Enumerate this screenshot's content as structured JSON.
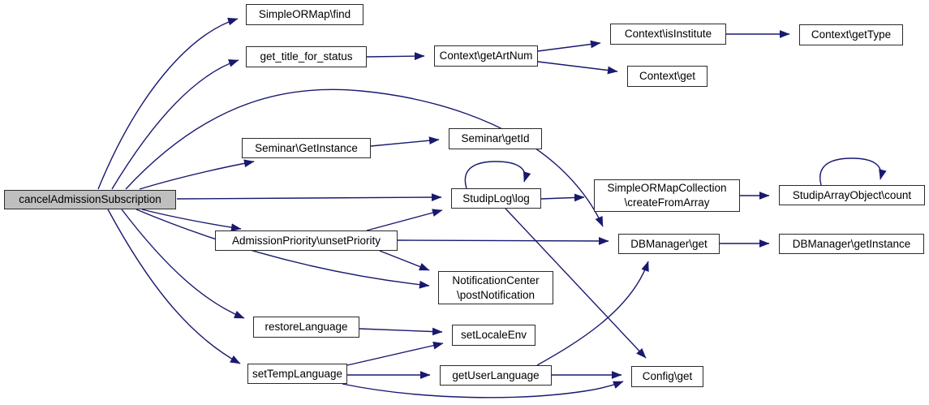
{
  "diagram": {
    "kind": "call-graph",
    "colors": {
      "edge": "#191970",
      "node_fill": "#ffffff",
      "node_border": "#2a2a2a",
      "focus_fill": "#bfbfbf",
      "background": "#ffffff"
    },
    "nodes": [
      {
        "id": "cancel",
        "label": "cancelAdmissionSubscription",
        "focus": true
      },
      {
        "id": "find",
        "label": "SimpleORMap\\find"
      },
      {
        "id": "gtfs",
        "label": "get_title_for_status"
      },
      {
        "id": "artnum",
        "label": "Context\\getArtNum"
      },
      {
        "id": "isinst",
        "label": "Context\\isInstitute"
      },
      {
        "id": "gettype",
        "label": "Context\\getType"
      },
      {
        "id": "ctxget",
        "label": "Context\\get"
      },
      {
        "id": "semgetid",
        "label": "Seminar\\getId"
      },
      {
        "id": "seminst",
        "label": "Seminar\\GetInstance"
      },
      {
        "id": "slog",
        "label": "StudipLog\\log"
      },
      {
        "id": "somc",
        "label": "SimpleORMapCollection\n\\createFromArray"
      },
      {
        "id": "count",
        "label": "StudipArrayObject\\count"
      },
      {
        "id": "unset",
        "label": "AdmissionPriority\\unsetPriority"
      },
      {
        "id": "dbget",
        "label": "DBManager\\get"
      },
      {
        "id": "dbinst",
        "label": "DBManager\\getInstance"
      },
      {
        "id": "notif",
        "label": "NotificationCenter\n\\postNotification"
      },
      {
        "id": "restore",
        "label": "restoreLanguage"
      },
      {
        "id": "setlocale",
        "label": "setLocaleEnv"
      },
      {
        "id": "settemp",
        "label": "setTempLanguage"
      },
      {
        "id": "getulang",
        "label": "getUserLanguage"
      },
      {
        "id": "cfgget",
        "label": "Config\\get"
      }
    ],
    "edges": [
      {
        "from": "cancel",
        "to": "find"
      },
      {
        "from": "cancel",
        "to": "gtfs"
      },
      {
        "from": "cancel",
        "to": "dbget"
      },
      {
        "from": "cancel",
        "to": "seminst"
      },
      {
        "from": "cancel",
        "to": "slog"
      },
      {
        "from": "cancel",
        "to": "unset"
      },
      {
        "from": "cancel",
        "to": "notif"
      },
      {
        "from": "cancel",
        "to": "restore"
      },
      {
        "from": "cancel",
        "to": "settemp"
      },
      {
        "from": "gtfs",
        "to": "artnum"
      },
      {
        "from": "artnum",
        "to": "isinst"
      },
      {
        "from": "artnum",
        "to": "ctxget"
      },
      {
        "from": "isinst",
        "to": "gettype"
      },
      {
        "from": "seminst",
        "to": "semgetid"
      },
      {
        "from": "slog",
        "to": "slog"
      },
      {
        "from": "slog",
        "to": "somc"
      },
      {
        "from": "slog",
        "to": "cfgget"
      },
      {
        "from": "somc",
        "to": "count"
      },
      {
        "from": "count",
        "to": "count"
      },
      {
        "from": "unset",
        "to": "slog"
      },
      {
        "from": "unset",
        "to": "dbget"
      },
      {
        "from": "unset",
        "to": "notif"
      },
      {
        "from": "dbget",
        "to": "dbinst"
      },
      {
        "from": "restore",
        "to": "setlocale"
      },
      {
        "from": "settemp",
        "to": "setlocale"
      },
      {
        "from": "settemp",
        "to": "getulang"
      },
      {
        "from": "settemp",
        "to": "cfgget"
      },
      {
        "from": "getulang",
        "to": "cfgget"
      },
      {
        "from": "getulang",
        "to": "dbget"
      }
    ]
  }
}
